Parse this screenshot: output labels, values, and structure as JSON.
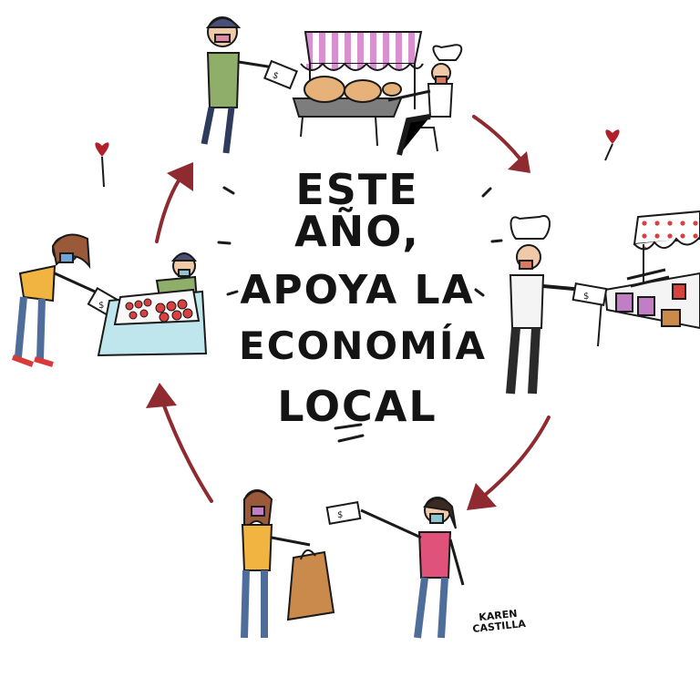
{
  "headline": {
    "line1": "ESTE AÑO,",
    "line2": "APOYA LA",
    "line3": "ECONOMÍA",
    "line4": "LOCAL"
  },
  "signature": {
    "first": "KAREN",
    "last": "CASTILLA"
  },
  "colors": {
    "arrow": "#8e2a30",
    "heart": "#b0202a",
    "outline": "#1a1a1a",
    "awning_stripe": "#d98fd0",
    "awning_dots": "#d94040",
    "bag": "#c98a4b",
    "table_cloth": "#bfe6ec"
  },
  "icons": [
    "heart-icon",
    "cycle-arrow-icon",
    "banknote-icon",
    "shopping-bag-icon",
    "market-stall-icon"
  ]
}
